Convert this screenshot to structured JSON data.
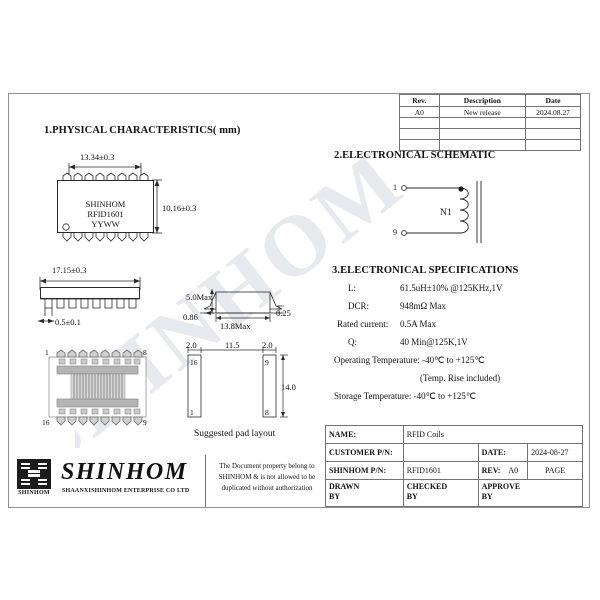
{
  "watermark": {
    "text": "SHINHOM"
  },
  "revision_table": {
    "headers": [
      "Rev.",
      "Description",
      "Date"
    ],
    "rows": [
      [
        "A0",
        "New release",
        "2024.08.27"
      ],
      [
        "",
        "",
        ""
      ],
      [
        "",
        "",
        ""
      ],
      [
        "",
        "",
        ""
      ]
    ]
  },
  "sections": {
    "physical": "1.PHYSICAL CHARACTERISTICS( mm)",
    "schematic": "2.ELECTRONICAL SCHEMATIC",
    "specs": "3.ELECTRONICAL  SPECIFICATIONS"
  },
  "top_view": {
    "width_dim": "13.34±0.3",
    "height_dim": "10.16±0.3",
    "body_line1": "SHINHOM",
    "body_line2": "RFID1601",
    "body_line3": "YYWW"
  },
  "side_view": {
    "width_dim": "17.15±0.3",
    "pin_dim": "0.5±0.1"
  },
  "end_view": {
    "height_dim": "5.0Max",
    "lead_dim": "0.86",
    "body_dim": "13.8Max",
    "thick_dim": "0.25"
  },
  "internal_view": {
    "pin_tl": "1",
    "pin_tr": "8",
    "pin_bl": "16",
    "pin_br": "9"
  },
  "pad_layout": {
    "caption": "Suggested pad layout",
    "dim_left": "2.0",
    "dim_mid": "11.5",
    "dim_right": "2.0",
    "dim_height": "14.0",
    "pin_tl": "16",
    "pin_bl": "1",
    "pin_tr": "9",
    "pin_br": "8"
  },
  "schematic": {
    "pin_top": "1",
    "pin_bottom": "9",
    "winding_label": "N1"
  },
  "specifications": [
    {
      "label": "L:",
      "value": "61.5uH±10% @125KHz,1V"
    },
    {
      "label": "DCR:",
      "value": "948mΩ  Max"
    },
    {
      "label": "Rated current:",
      "value": "0.5A Max"
    },
    {
      "label": "Q:",
      "value": "40 Min@125K,1V"
    }
  ],
  "temperature": {
    "operating": "Operating Temperature:   -40℃ to +125℃",
    "note": "(Temp. Rise included)",
    "storage": "Storage Temperature:  -40℃ to +125℃"
  },
  "title_block": {
    "name_label": "NAME:",
    "name_value": "RFID Coils",
    "customer_pn_label": "CUSTOMER P/N:",
    "customer_pn_value": "",
    "date_label": "DATE:",
    "date_value": "2024-08-27",
    "shinhom_pn_label": "SHINHOM P/N:",
    "shinhom_pn_value": "RFID1601",
    "rev_label": "REV:",
    "rev_value": "A0",
    "page_label": "PAGE",
    "drawn_by": "DRAWN\nBY",
    "checked_by": "CHECKED\nBY",
    "approve_by": "APPROVE\nBY"
  },
  "logo": {
    "caption": "SHINHOM",
    "name": "SHINHOM",
    "subtitle": "SHAANXISHINHOM ENTERPRISE CO LTD",
    "notice": "The Document property belong to SHINHOM & is not allowed to be duplicated without authorization"
  }
}
